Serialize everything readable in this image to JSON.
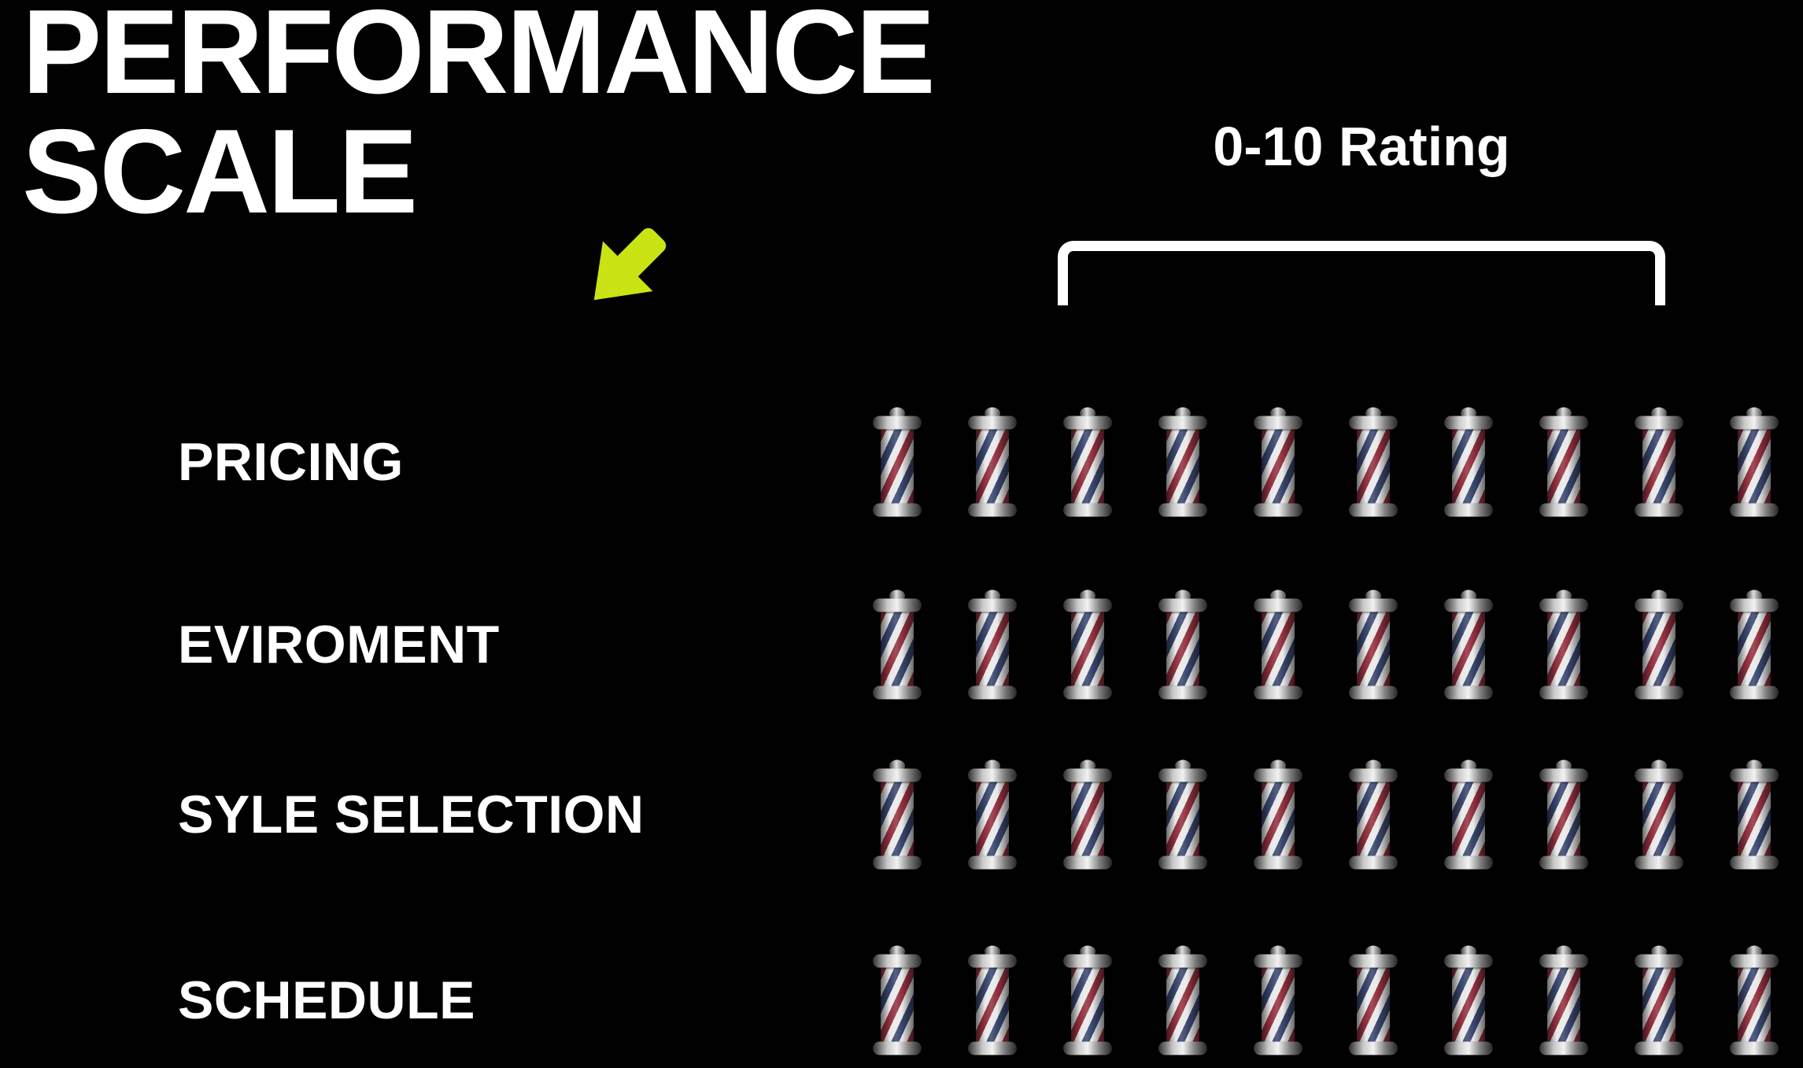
{
  "title": {
    "line1": "PERFORMANCE",
    "line2": "SCALE"
  },
  "rating": {
    "label": "0-10 Rating"
  },
  "rows": [
    {
      "label": "PRICING",
      "poles": 10
    },
    {
      "label": "EVIROMENT",
      "poles": 10
    },
    {
      "label": "SYLE SELECTION",
      "poles": 10
    },
    {
      "label": "SCHEDULE",
      "poles": 10
    }
  ],
  "icons": {
    "arrow": "down-right-arrow-icon",
    "pole": "barber-pole-icon"
  },
  "colors": {
    "background": "#010101",
    "text": "#ffffff",
    "arrow": "#c9e314",
    "pole_red": "#93303f",
    "pole_blue": "#39466e",
    "pole_white": "#e9e9e9"
  },
  "chart_data": {
    "type": "bar",
    "categories": [
      "PRICING",
      "EVIROMENT",
      "SYLE SELECTION",
      "SCHEDULE"
    ],
    "values": [
      10,
      10,
      10,
      10
    ],
    "title": "PERFORMANCE SCALE",
    "xlabel": "0-10 Rating",
    "ylabel": "",
    "xlim": [
      0,
      10
    ],
    "note": "Pictograph scale: each unit rendered as a barber-pole icon, 10 per row"
  }
}
